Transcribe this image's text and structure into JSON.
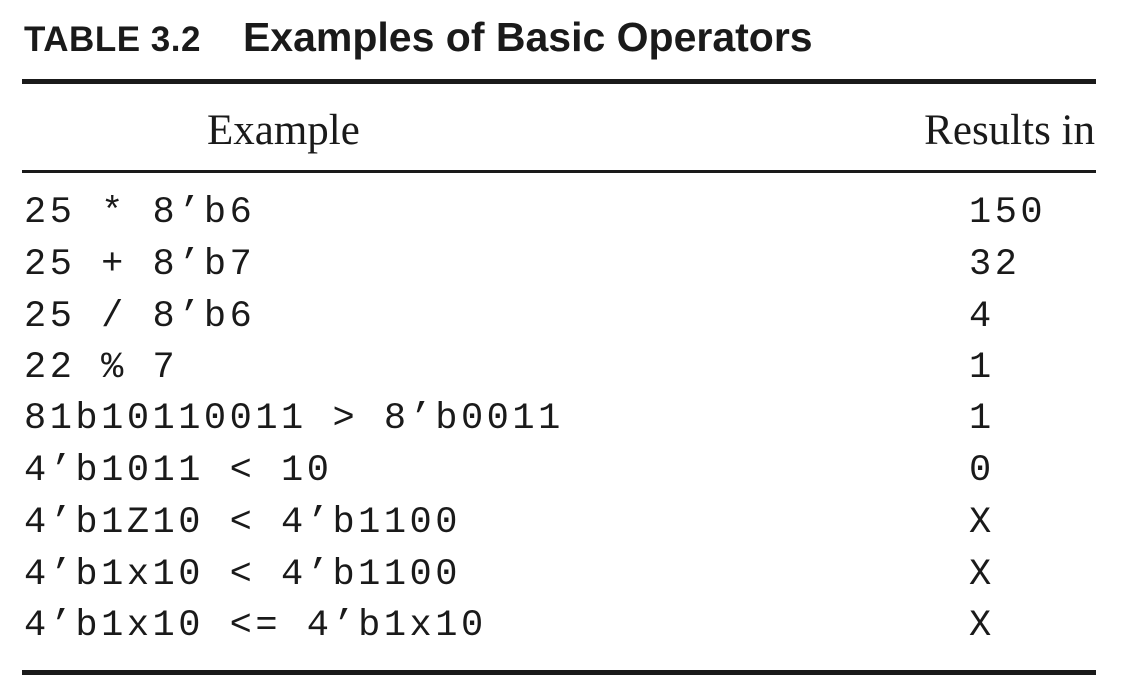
{
  "table": {
    "label": "TABLE 3.2",
    "title": "Examples of Basic Operators",
    "columns": [
      "Example",
      "Results in"
    ],
    "rows": [
      {
        "example": "25 * 8’b6",
        "result": "150"
      },
      {
        "example": "25 + 8’b7",
        "result": "32"
      },
      {
        "example": "25 / 8’b6",
        "result": "4"
      },
      {
        "example": "22 % 7",
        "result": "1"
      },
      {
        "example": "81b10110011 > 8’b0011",
        "result": "1"
      },
      {
        "example": "4’b1011 < 10",
        "result": "0"
      },
      {
        "example": "4’b1Z10 < 4’b1100",
        "result": "X"
      },
      {
        "example": "4’b1x10 < 4’b1100",
        "result": "X"
      },
      {
        "example": "4’b1x10 <= 4’b1x10",
        "result": "X"
      }
    ]
  }
}
